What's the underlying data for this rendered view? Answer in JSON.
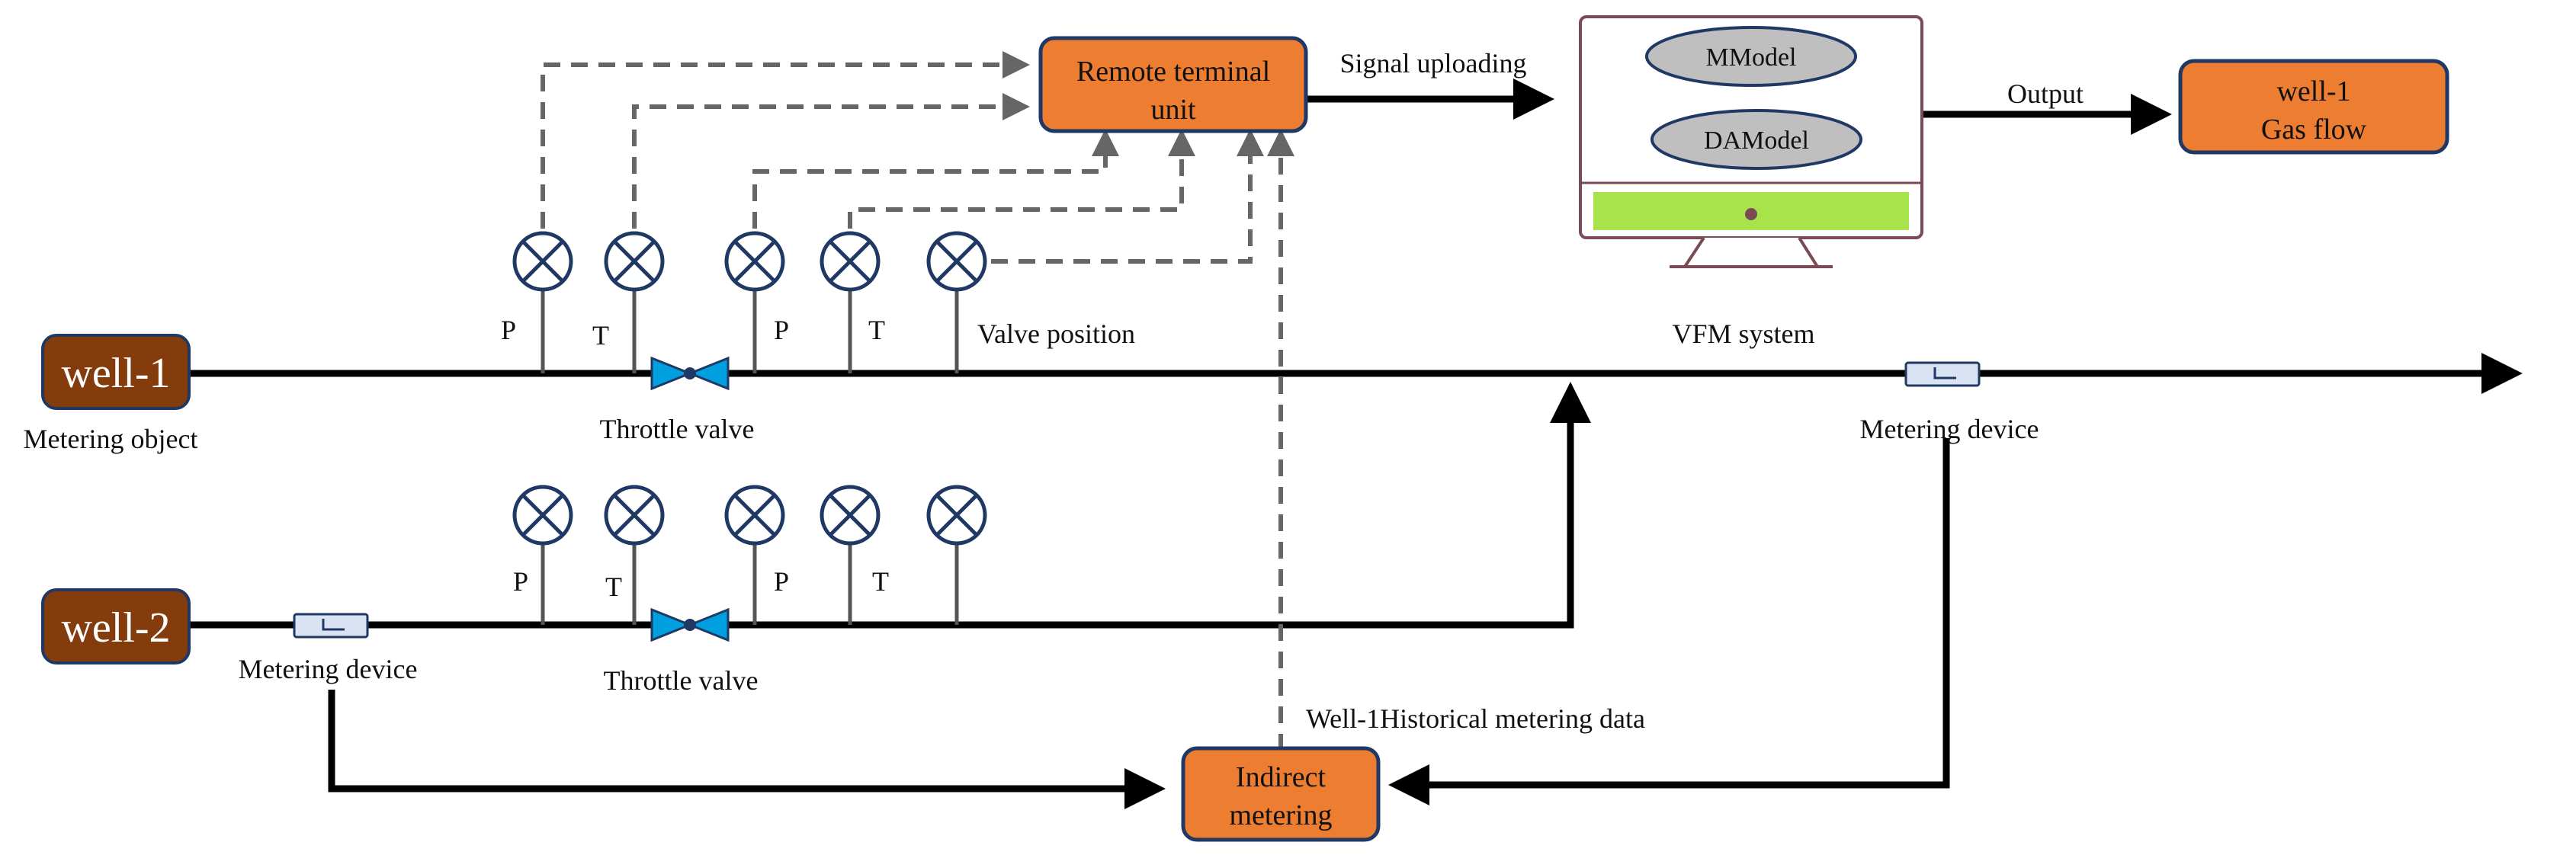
{
  "wells": {
    "well1": {
      "label": "well-1",
      "caption": "Metering object"
    },
    "well2": {
      "label": "well-2"
    }
  },
  "sensors": {
    "p": "P",
    "t": "T"
  },
  "labels": {
    "valve_position": "Valve position",
    "throttle_valve": "Throttle valve",
    "metering_device": "Metering device",
    "signal_uploading": "Signal uploading",
    "output": "Output",
    "historical": "Well-1Historical metering data"
  },
  "rtu": {
    "line1": "Remote terminal",
    "line2": "unit"
  },
  "vfm": {
    "model1": "MModel",
    "model2": "DAModel",
    "caption": "VFM system"
  },
  "gas_flow": {
    "line1": "well-1",
    "line2": "Gas flow"
  },
  "indirect": {
    "line1": "Indirect",
    "line2": "metering"
  },
  "colors": {
    "box_fill": "#ed7d31",
    "box_border": "#1f3864",
    "well_fill": "#843c0c",
    "valve": "#00a0e0",
    "screen_bar": "#a9e34b",
    "ellipse_fill": "#bfbfbf",
    "signal_line": "#666666"
  }
}
